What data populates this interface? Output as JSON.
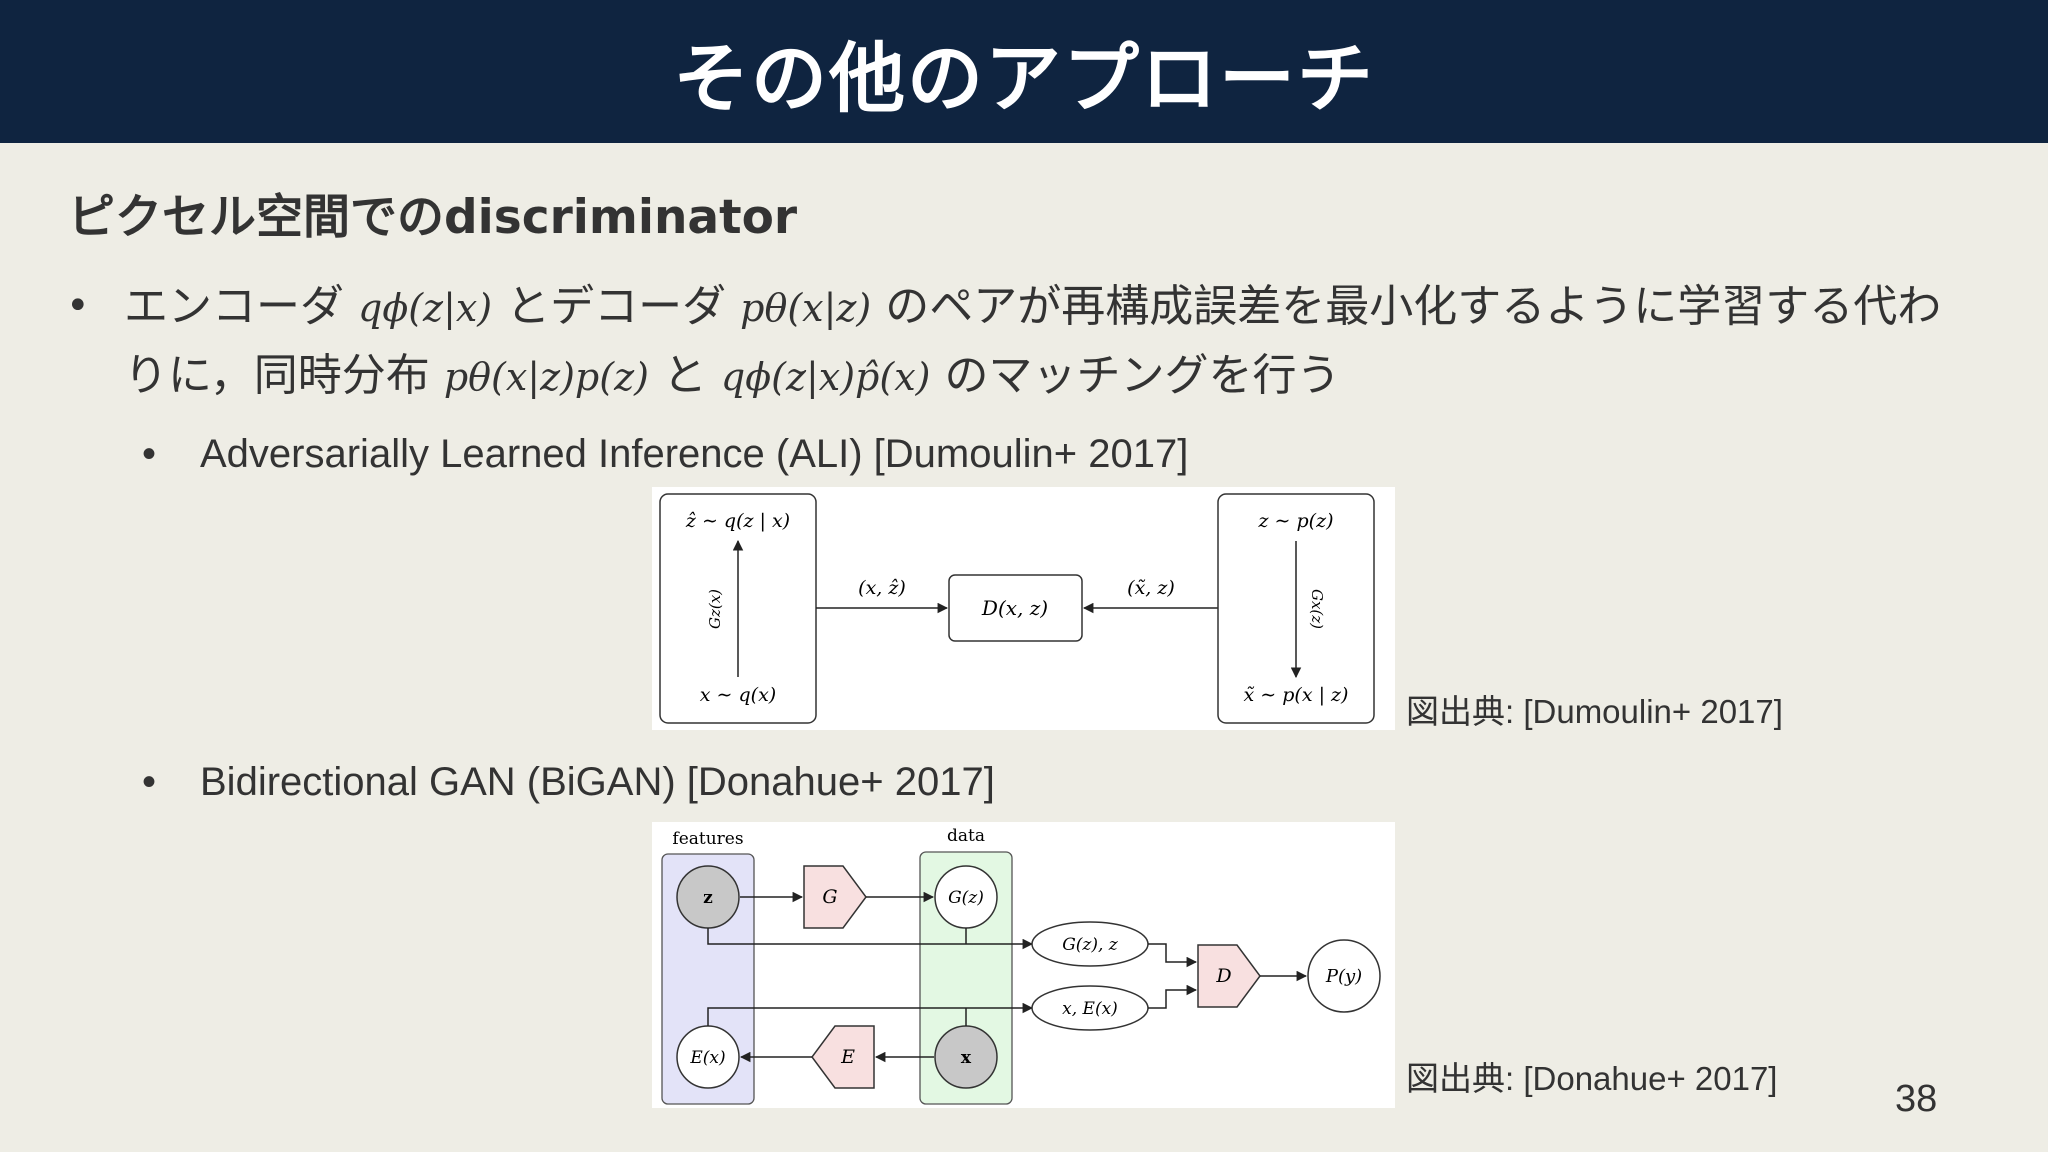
{
  "slide": {
    "title": "その他のアプローチ",
    "heading": "ピクセル空間でのdiscriminator",
    "page_number": "38"
  },
  "main_bullet": {
    "t1": "エンコーダ",
    "m1": "qϕ(z|x)",
    "t2": "とデコーダ",
    "m2": "pθ(x|z)",
    "t3": "のペアが再構成誤差を最小化するように学習する代わ",
    "t4": "りに，同時分布",
    "m3": "pθ(x|z)p(z)",
    "t5": "と",
    "m4": "qϕ(z|x)p̂(x)",
    "t6": "のマッチングを行う"
  },
  "sub_bullets": [
    {
      "text": "Adversarially Learned Inference (ALI) [Dumoulin+ 2017]"
    },
    {
      "text": "Bidirectional GAN (BiGAN) [Donahue+ 2017]"
    }
  ],
  "figure1": {
    "left_top": "ẑ ∼ q(z | x)",
    "left_bottom": "x ∼ q(x)",
    "left_arrow": "Gz(x)",
    "left_edge": "(x, ẑ)",
    "center": "D(x, z)",
    "right_edge": "(x̃, z)",
    "right_top": "z ∼ p(z)",
    "right_bottom": "x̃ ∼ p(x | z)",
    "right_arrow": "Gx(z)",
    "caption": "図出典: [Dumoulin+ 2017]"
  },
  "figure2": {
    "features_label": "features",
    "data_label": "data",
    "z": "z",
    "G": "G",
    "Gz": "G(z)",
    "x": "x",
    "E": "E",
    "Ex": "E(x)",
    "pair1": "G(z), z",
    "pair2": "x, E(x)",
    "D": "D",
    "Py": "P(y)",
    "caption": "図出典: [Donahue+ 2017]",
    "features_color": "#e3e3f8",
    "data_color": "#e3f8e3",
    "shape_color": "#f8e0e0"
  }
}
